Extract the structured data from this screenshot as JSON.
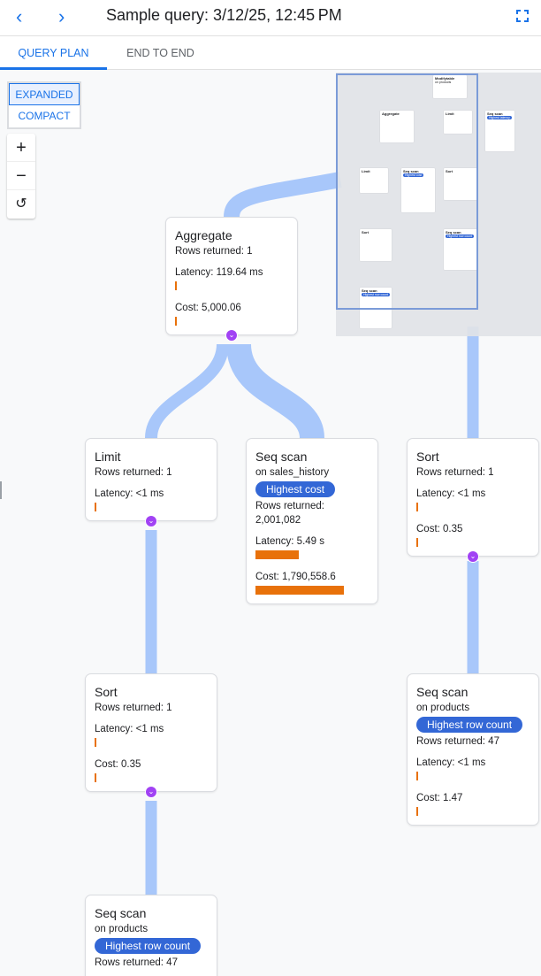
{
  "header": {
    "title": "Sample query: 3/12/25, 12:45 PM",
    "back_icon": "chevron-left-icon",
    "forward_icon": "chevron-right-icon",
    "fullscreen_icon": "fullscreen-icon"
  },
  "tabs": [
    {
      "label": "QUERY PLAN",
      "active": true
    },
    {
      "label": "END TO END",
      "active": false
    }
  ],
  "view_toggle": {
    "expanded": "EXPANDED",
    "compact": "COMPACT",
    "selected": "EXPANDED"
  },
  "zoom_controls": {
    "zoom_in": "+",
    "zoom_out": "−",
    "reset": "↺"
  },
  "colors": {
    "accent": "#1a73e8",
    "edge": "#a8c7fa",
    "bar": "#e8710a",
    "badge": "#3367d6",
    "chevron": "#a142f4"
  },
  "nodes": [
    {
      "title": "Aggregate",
      "rows": "Rows returned: 1",
      "latency": "Latency: 119.64 ms",
      "latency_fraction": 0.01,
      "cost": "Cost: 5,000.06",
      "cost_fraction": 0.01
    },
    {
      "title": "Limit",
      "rows": "Rows returned: 1",
      "latency": "Latency: <1 ms",
      "latency_fraction": 0.01
    },
    {
      "title": "Seq scan",
      "on": "on sales_history",
      "badge": "Highest cost",
      "rows": "Rows returned: 2,001,082",
      "latency": "Latency: 5.49 s",
      "latency_fraction": 0.49,
      "cost": "Cost: 1,790,558.6",
      "cost_fraction": 1.0
    },
    {
      "title": "Sort",
      "rows": "Rows returned: 1",
      "latency": "Latency: <1 ms",
      "latency_fraction": 0.01,
      "cost": "Cost: 0.35",
      "cost_fraction": 0.01
    },
    {
      "title": "Sort",
      "rows": "Rows returned: 1",
      "latency": "Latency: <1 ms",
      "latency_fraction": 0.01,
      "cost": "Cost: 0.35",
      "cost_fraction": 0.01
    },
    {
      "title": "Seq scan",
      "on": "on products",
      "badge": "Highest row count",
      "rows": "Rows returned: 47",
      "latency": "Latency: <1 ms",
      "latency_fraction": 0.01,
      "cost": "Cost: 1.47",
      "cost_fraction": 0.01
    },
    {
      "title": "Seq scan",
      "on": "on products",
      "badge": "Highest row count",
      "rows": "Rows returned: 47"
    }
  ],
  "minimap": [
    {
      "title": "Modifytable",
      "sub": "on products"
    },
    {
      "title": "Aggregate"
    },
    {
      "title": "Limit"
    },
    {
      "title": "Seq scan",
      "badge": "Highest latency"
    },
    {
      "title": "Limit"
    },
    {
      "title": "Seq scan",
      "badge": "Highest cost"
    },
    {
      "title": "Sort"
    },
    {
      "title": "Sort"
    },
    {
      "title": "Seq scan",
      "badge": "Highest row count"
    },
    {
      "title": "Seq scan",
      "badge": "Highest row count"
    }
  ]
}
